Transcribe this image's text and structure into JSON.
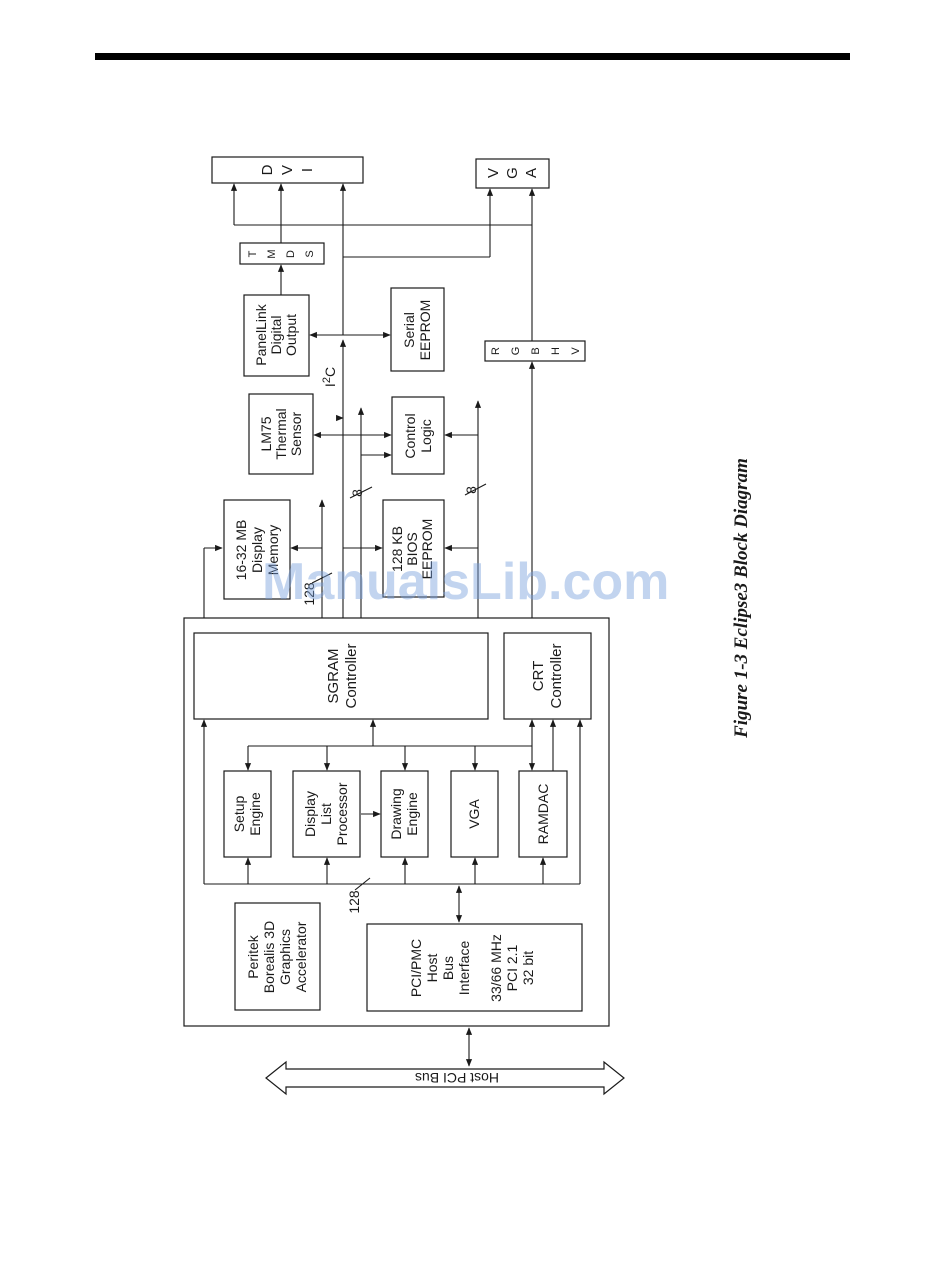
{
  "caption": "Figure 1-3  Eclipse3 Block Diagram",
  "watermark": "ManualsLib.com",
  "blocks": {
    "dvi": [
      "D",
      "V",
      "I"
    ],
    "vga_connector": [
      "V",
      "G",
      "A"
    ],
    "tmds": [
      "T",
      "M",
      "D",
      "S"
    ],
    "panellink": [
      "PanelLink",
      "Digital",
      "Output"
    ],
    "serial_eeprom": [
      "Serial",
      "EEPROM"
    ],
    "rgbhv": [
      "R",
      "G",
      "B",
      "H",
      "V"
    ],
    "lm75": [
      "LM75",
      "Thermal",
      "Sensor"
    ],
    "control_logic": [
      "Control",
      "Logic"
    ],
    "display_memory": [
      "16-32 MB",
      "Display",
      "Memory"
    ],
    "bios_eeprom": [
      "128 KB",
      "BIOS",
      "EEPROM"
    ],
    "sgram": [
      "SGRAM",
      "Controller"
    ],
    "crt": [
      "CRT",
      "Controller"
    ],
    "setup_engine": [
      "Setup",
      "Engine"
    ],
    "dlp": [
      "Display",
      "List",
      "Processor"
    ],
    "drawing_engine": [
      "Drawing",
      "Engine"
    ],
    "vga_core": [
      "VGA"
    ],
    "ramdac": [
      "RAMDAC"
    ],
    "peritek": [
      "Peritek",
      "Borealis 3D",
      "Graphics",
      "Accelerator"
    ],
    "pci_interface": [
      "PCI/PMC",
      "Host",
      "Bus",
      "Interface",
      "",
      "33/66 MHz",
      "PCI 2.1",
      "32 bit"
    ],
    "host_bus": "Host PCI Bus"
  },
  "labels": {
    "i2c": "I",
    "i2c_sup": "2",
    "i2c_c": "C",
    "bus8_a": "8",
    "bus8_b": "8",
    "bus128_mem": "128",
    "bus128_int": "128"
  }
}
